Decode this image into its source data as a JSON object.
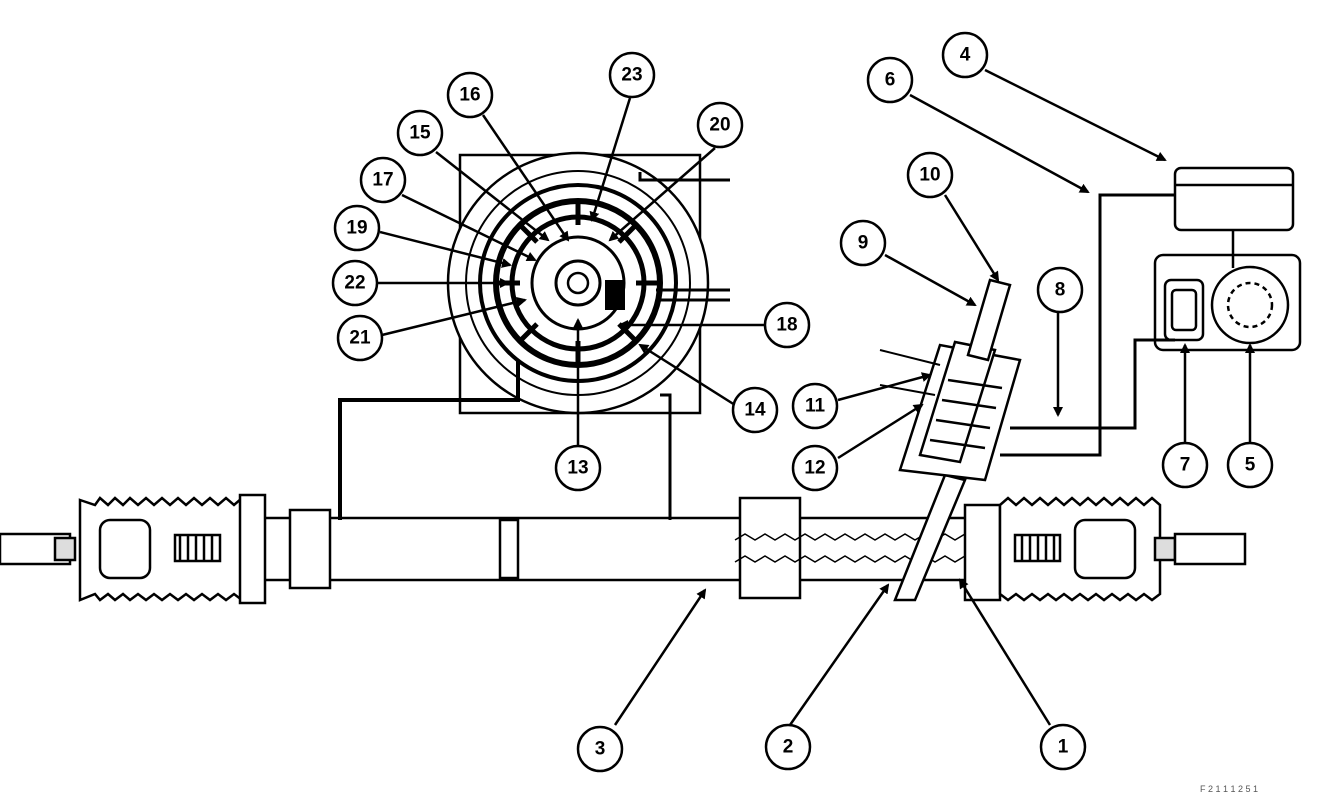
{
  "diagram": {
    "callouts": [
      {
        "id": "1",
        "label": "1"
      },
      {
        "id": "2",
        "label": "2"
      },
      {
        "id": "3",
        "label": "3"
      },
      {
        "id": "4",
        "label": "4"
      },
      {
        "id": "5",
        "label": "5"
      },
      {
        "id": "6",
        "label": "6"
      },
      {
        "id": "7",
        "label": "7"
      },
      {
        "id": "8",
        "label": "8"
      },
      {
        "id": "9",
        "label": "9"
      },
      {
        "id": "10",
        "label": "10"
      },
      {
        "id": "11",
        "label": "11"
      },
      {
        "id": "12",
        "label": "12"
      },
      {
        "id": "13",
        "label": "13"
      },
      {
        "id": "14",
        "label": "14"
      },
      {
        "id": "15",
        "label": "15"
      },
      {
        "id": "16",
        "label": "16"
      },
      {
        "id": "17",
        "label": "17"
      },
      {
        "id": "18",
        "label": "18"
      },
      {
        "id": "19",
        "label": "19"
      },
      {
        "id": "20",
        "label": "20"
      },
      {
        "id": "21",
        "label": "21"
      },
      {
        "id": "22",
        "label": "22"
      },
      {
        "id": "23",
        "label": "23"
      }
    ],
    "reference_code": "F 2 1 1 1 2 5 1"
  }
}
